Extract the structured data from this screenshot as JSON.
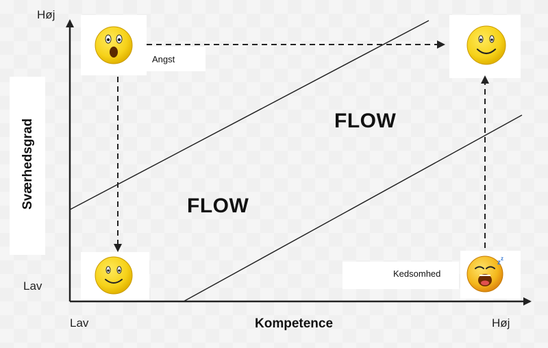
{
  "y_axis": {
    "title": "Sværhedsgrad",
    "high": "Høj",
    "low": "Lav"
  },
  "x_axis": {
    "title": "Kompetence",
    "low": "Lav",
    "high": "Høj"
  },
  "labels": {
    "flow_upper": "FLOW",
    "flow_lower": "FLOW",
    "anxiety": "Angst",
    "boredom": "Kedsomhed"
  },
  "icons": {
    "top_left": "surprised-face-icon",
    "top_right": "smiling-face-icon",
    "bottom_left": "smiling-face-icon",
    "bottom_right": "yawning-face-icon"
  },
  "colors": {
    "face": "#f6d21a",
    "line": "#222222"
  }
}
